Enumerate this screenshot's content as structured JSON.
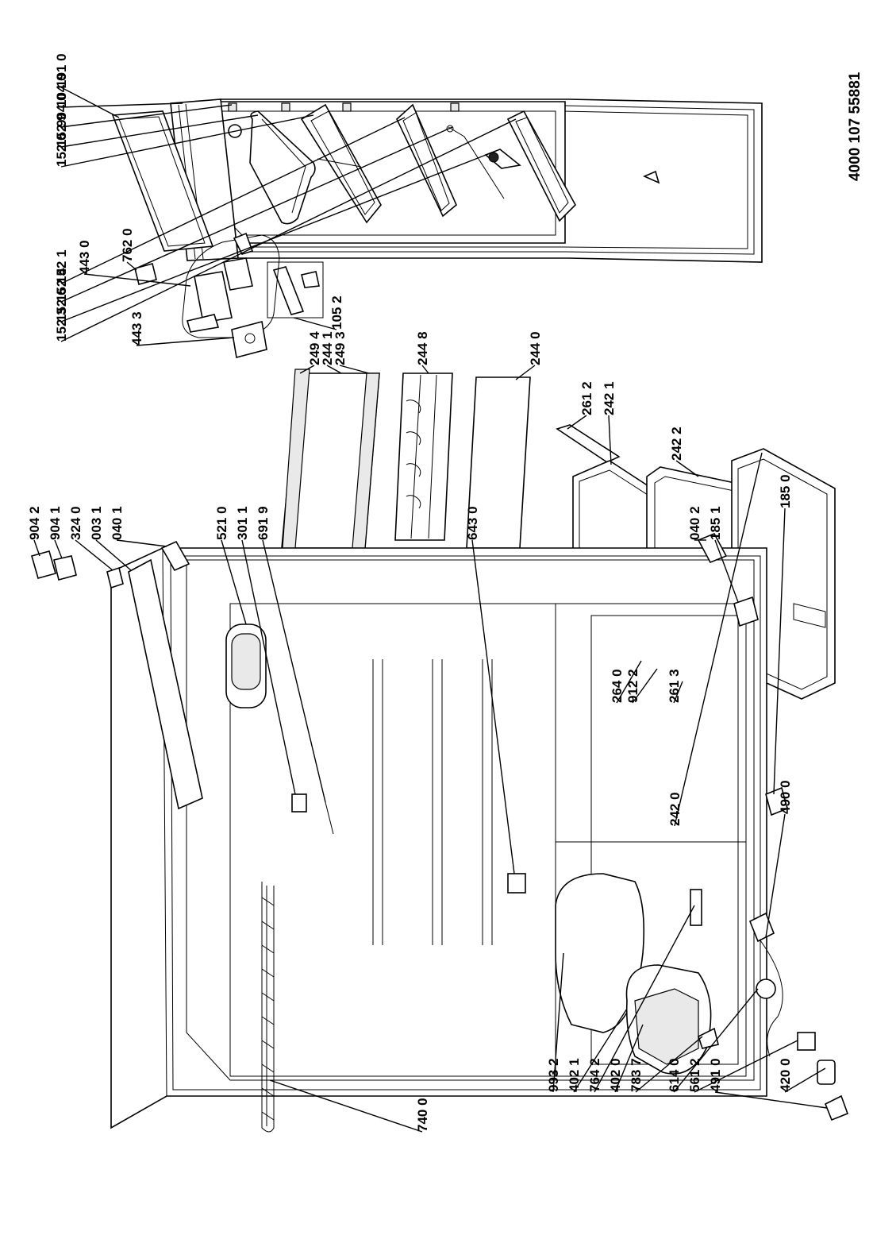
{
  "document_number": "4000 107 55881",
  "labels": [
    {
      "id": "d1",
      "text": "904 2"
    },
    {
      "id": "d2",
      "text": "904 1"
    },
    {
      "id": "d3",
      "text": "324 0"
    },
    {
      "id": "d4",
      "text": "003 1"
    },
    {
      "id": "d5",
      "text": "040 1"
    },
    {
      "id": "d6",
      "text": "521 0"
    },
    {
      "id": "d7",
      "text": "301 1"
    },
    {
      "id": "d8",
      "text": "691 9"
    },
    {
      "id": "d9",
      "text": "643 0"
    },
    {
      "id": "d10",
      "text": "040 2"
    },
    {
      "id": "d11",
      "text": "185 1"
    },
    {
      "id": "d12",
      "text": "185 0"
    },
    {
      "id": "d13",
      "text": "490 0"
    },
    {
      "id": "d14",
      "text": "420 0"
    },
    {
      "id": "d15",
      "text": "740 0"
    },
    {
      "id": "d16",
      "text": "993 2"
    },
    {
      "id": "d17",
      "text": "402 1"
    },
    {
      "id": "d18",
      "text": "764 2"
    },
    {
      "id": "d19",
      "text": "402 0"
    },
    {
      "id": "d20",
      "text": "783 7"
    },
    {
      "id": "d21",
      "text": "614 0"
    },
    {
      "id": "d22",
      "text": "561 2"
    },
    {
      "id": "d23",
      "text": "491 0"
    },
    {
      "id": "m1",
      "text": "443 0"
    },
    {
      "id": "m2",
      "text": "762 0"
    },
    {
      "id": "m3",
      "text": "443 3"
    },
    {
      "id": "m4",
      "text": "249 4"
    },
    {
      "id": "m5",
      "text": "244 1"
    },
    {
      "id": "m6",
      "text": "249 3"
    },
    {
      "id": "m7",
      "text": "244 8"
    },
    {
      "id": "m8",
      "text": "244 0"
    },
    {
      "id": "m9",
      "text": "261 2"
    },
    {
      "id": "m10",
      "text": "242 1"
    },
    {
      "id": "m11",
      "text": "242 2"
    },
    {
      "id": "m12",
      "text": "242 0"
    },
    {
      "id": "m13",
      "text": "264 0"
    },
    {
      "id": "m14",
      "text": "912 2"
    },
    {
      "id": "m15",
      "text": "261 3"
    },
    {
      "id": "t1",
      "text": "191 0"
    },
    {
      "id": "t2",
      "text": "104 0"
    },
    {
      "id": "t3",
      "text": "904 0"
    },
    {
      "id": "t4",
      "text": "152 9"
    },
    {
      "id": "t5",
      "text": "152 0"
    },
    {
      "id": "t6",
      "text": "152 1"
    },
    {
      "id": "t7",
      "text": "152 4"
    },
    {
      "id": "t8",
      "text": "152 6"
    },
    {
      "id": "t9",
      "text": "152 3"
    },
    {
      "id": "t10",
      "text": "105 2"
    }
  ]
}
